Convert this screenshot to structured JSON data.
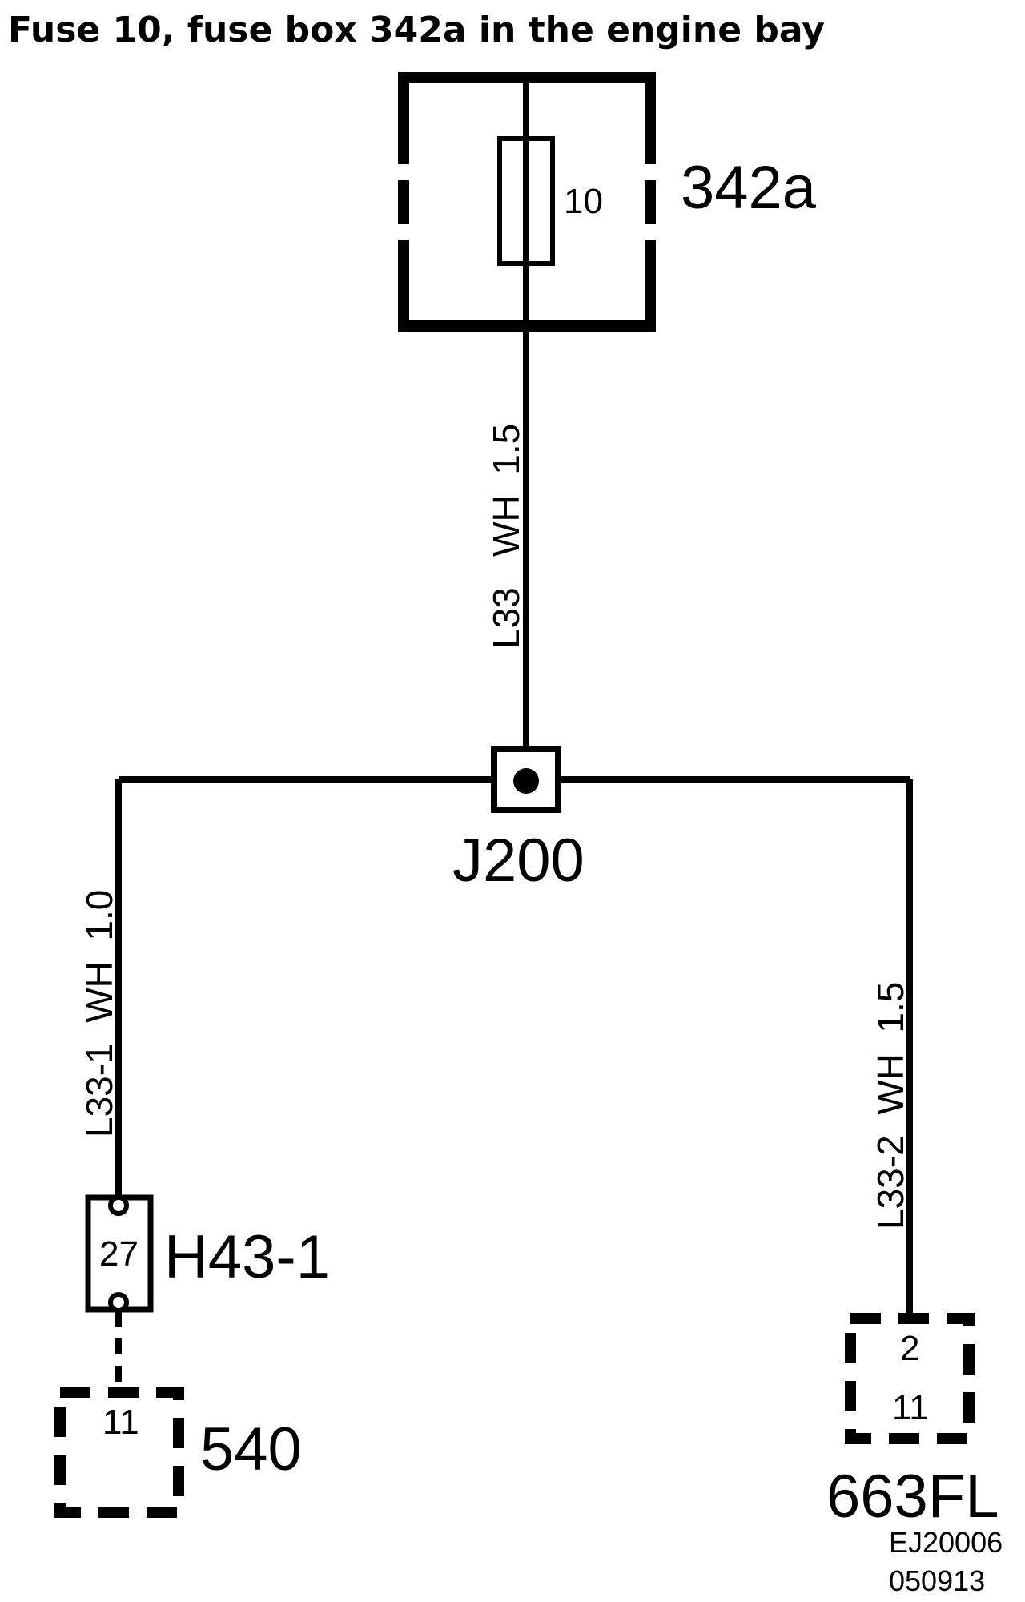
{
  "title": "Fuse 10, fuse box 342a in the engine bay",
  "fuse_box": {
    "id": "342a",
    "fuse_number": "10"
  },
  "wires": {
    "main": {
      "label": "L33   WH  1.5"
    },
    "left": {
      "label": "L33-1  WH  1.0"
    },
    "right": {
      "label": "L33-2  WH  1.5"
    }
  },
  "junction": {
    "id": "J200"
  },
  "connector_h43": {
    "id": "H43-1",
    "pin": "27"
  },
  "component_540": {
    "id": "540",
    "pin": "11"
  },
  "component_663": {
    "id": "663FL",
    "pin_top": "2",
    "pin_bottom": "11"
  },
  "reference": {
    "code": "EJ20006",
    "date": "050913"
  }
}
